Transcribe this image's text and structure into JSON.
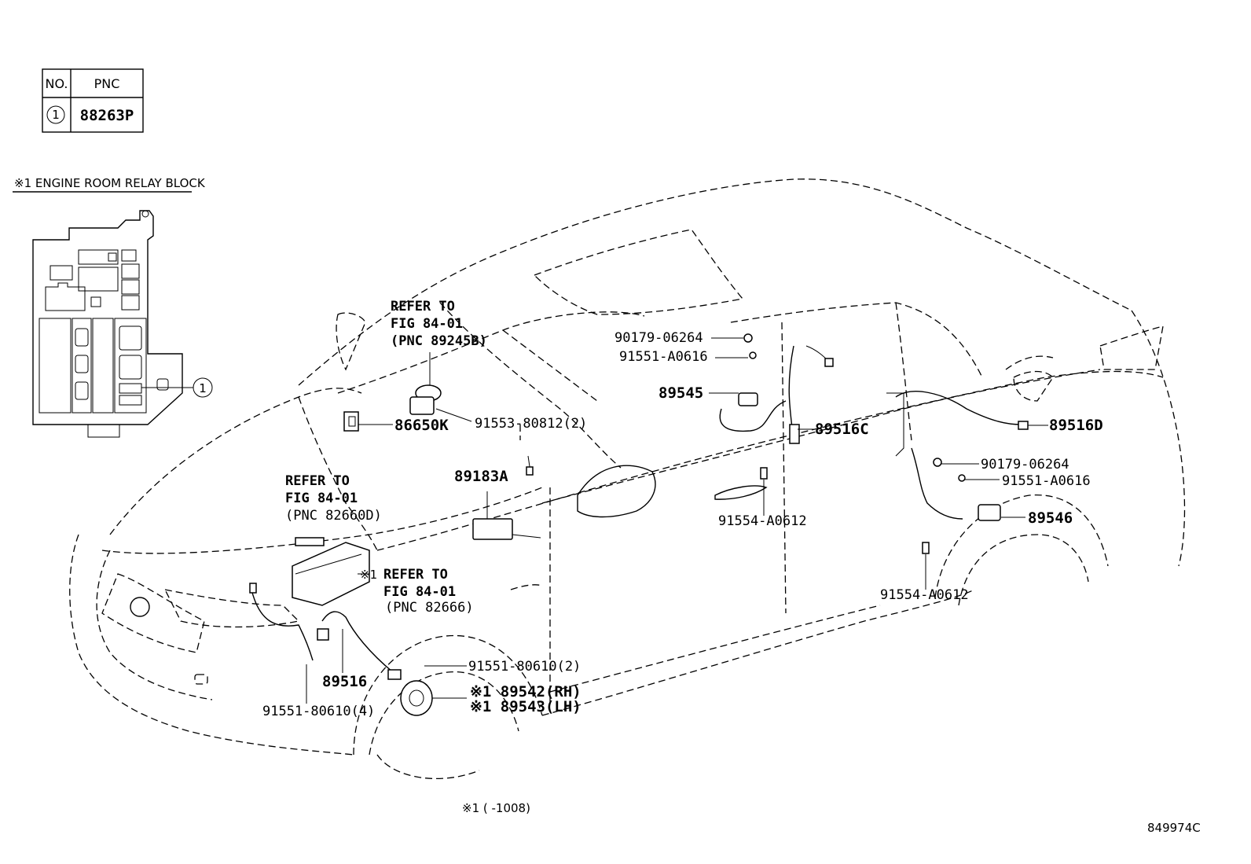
{
  "table": {
    "headers": [
      "NO.",
      "PNC"
    ],
    "rows": [
      {
        "no": "1",
        "pnc": "88263P"
      }
    ]
  },
  "relay_block_title": "※1 ENGINE ROOM RELAY BLOCK",
  "callout_1": "1",
  "refer_blocks": [
    {
      "line1": "REFER TO",
      "line2": "FIG 84-01",
      "line3": "(PNC 89245B)"
    },
    {
      "line1": "REFER TO",
      "line2": "FIG 84-01",
      "line3": "(PNC 82660D)"
    },
    {
      "prefix": "※1",
      "line1": "REFER TO",
      "line2": "FIG 84-01",
      "line3": "(PNC 82666)"
    }
  ],
  "parts": {
    "p86650K": "86650K",
    "p91553": "91553-80812(2)",
    "p89183A": "89183A",
    "p90179_a": "90179-06264",
    "p91551_a": "91551-A0616",
    "p89545": "89545",
    "p89516C": "89516C",
    "p91554_a": "91554-A0612",
    "p89516D": "89516D",
    "p90179_b": "90179-06264",
    "p91551_b": "91551-A0616",
    "p89546": "89546",
    "p91554_b": "91554-A0612",
    "p91551_80610_2": "91551-80610(2)",
    "p89516": "89516",
    "p91551_80610_4": "91551-80610(4)",
    "p89542": "※1 89542(RH)",
    "p89543": "※1 89543(LH)"
  },
  "footnote": "※1 (      -1008)",
  "diagram_id": "849974C"
}
